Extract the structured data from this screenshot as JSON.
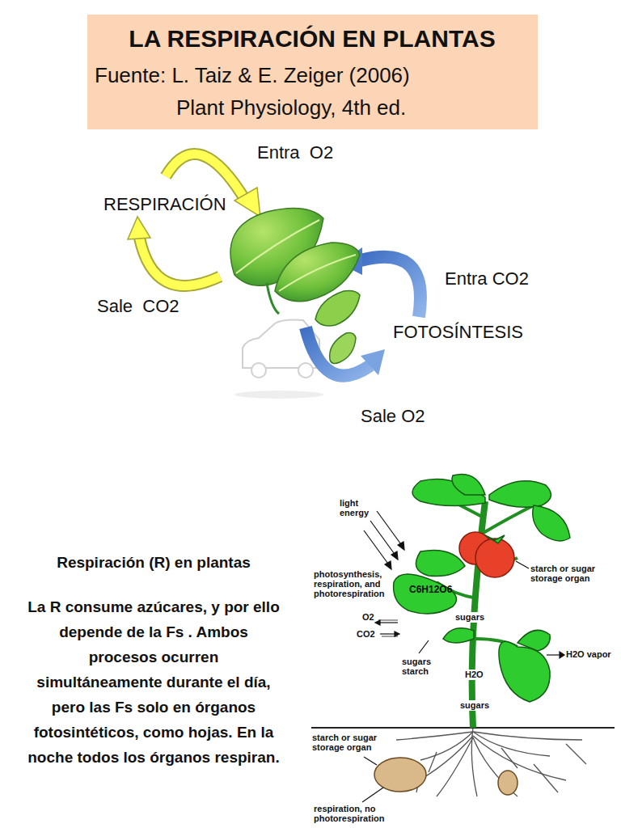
{
  "diagram": {
    "title": "LA RESPIRACIÓN EN PLANTAS",
    "labels": [
      "Fuente: L. Taiz & E. Zeiger (2006)",
      "Plant Physiology, 4th ed.",
      "Entra  O2",
      "RESPIRACIÓN",
      "Sale  CO2",
      "Entra CO2",
      "FOTOSÍNTESIS",
      "Sale O2",
      "Respiración (R) en plantas",
      "La R consume azúcares, y por ello depende de la Fs . Ambos procesos ocurren simultáneamente durante el día, pero las Fs solo en órganos fotosintéticos, como hojas. En la noche todos los órganos respiran.",
      "light energy",
      "photosynthesis, respiration, and photorespiration",
      "C6H12O6",
      "starch or sugar storage organ",
      "sugars",
      "O2",
      "CO2",
      "sugars starch",
      "H2O vapor",
      "H2O",
      "sugars",
      "starch or sugar storage organ",
      "respiration, no photorespiration"
    ]
  }
}
